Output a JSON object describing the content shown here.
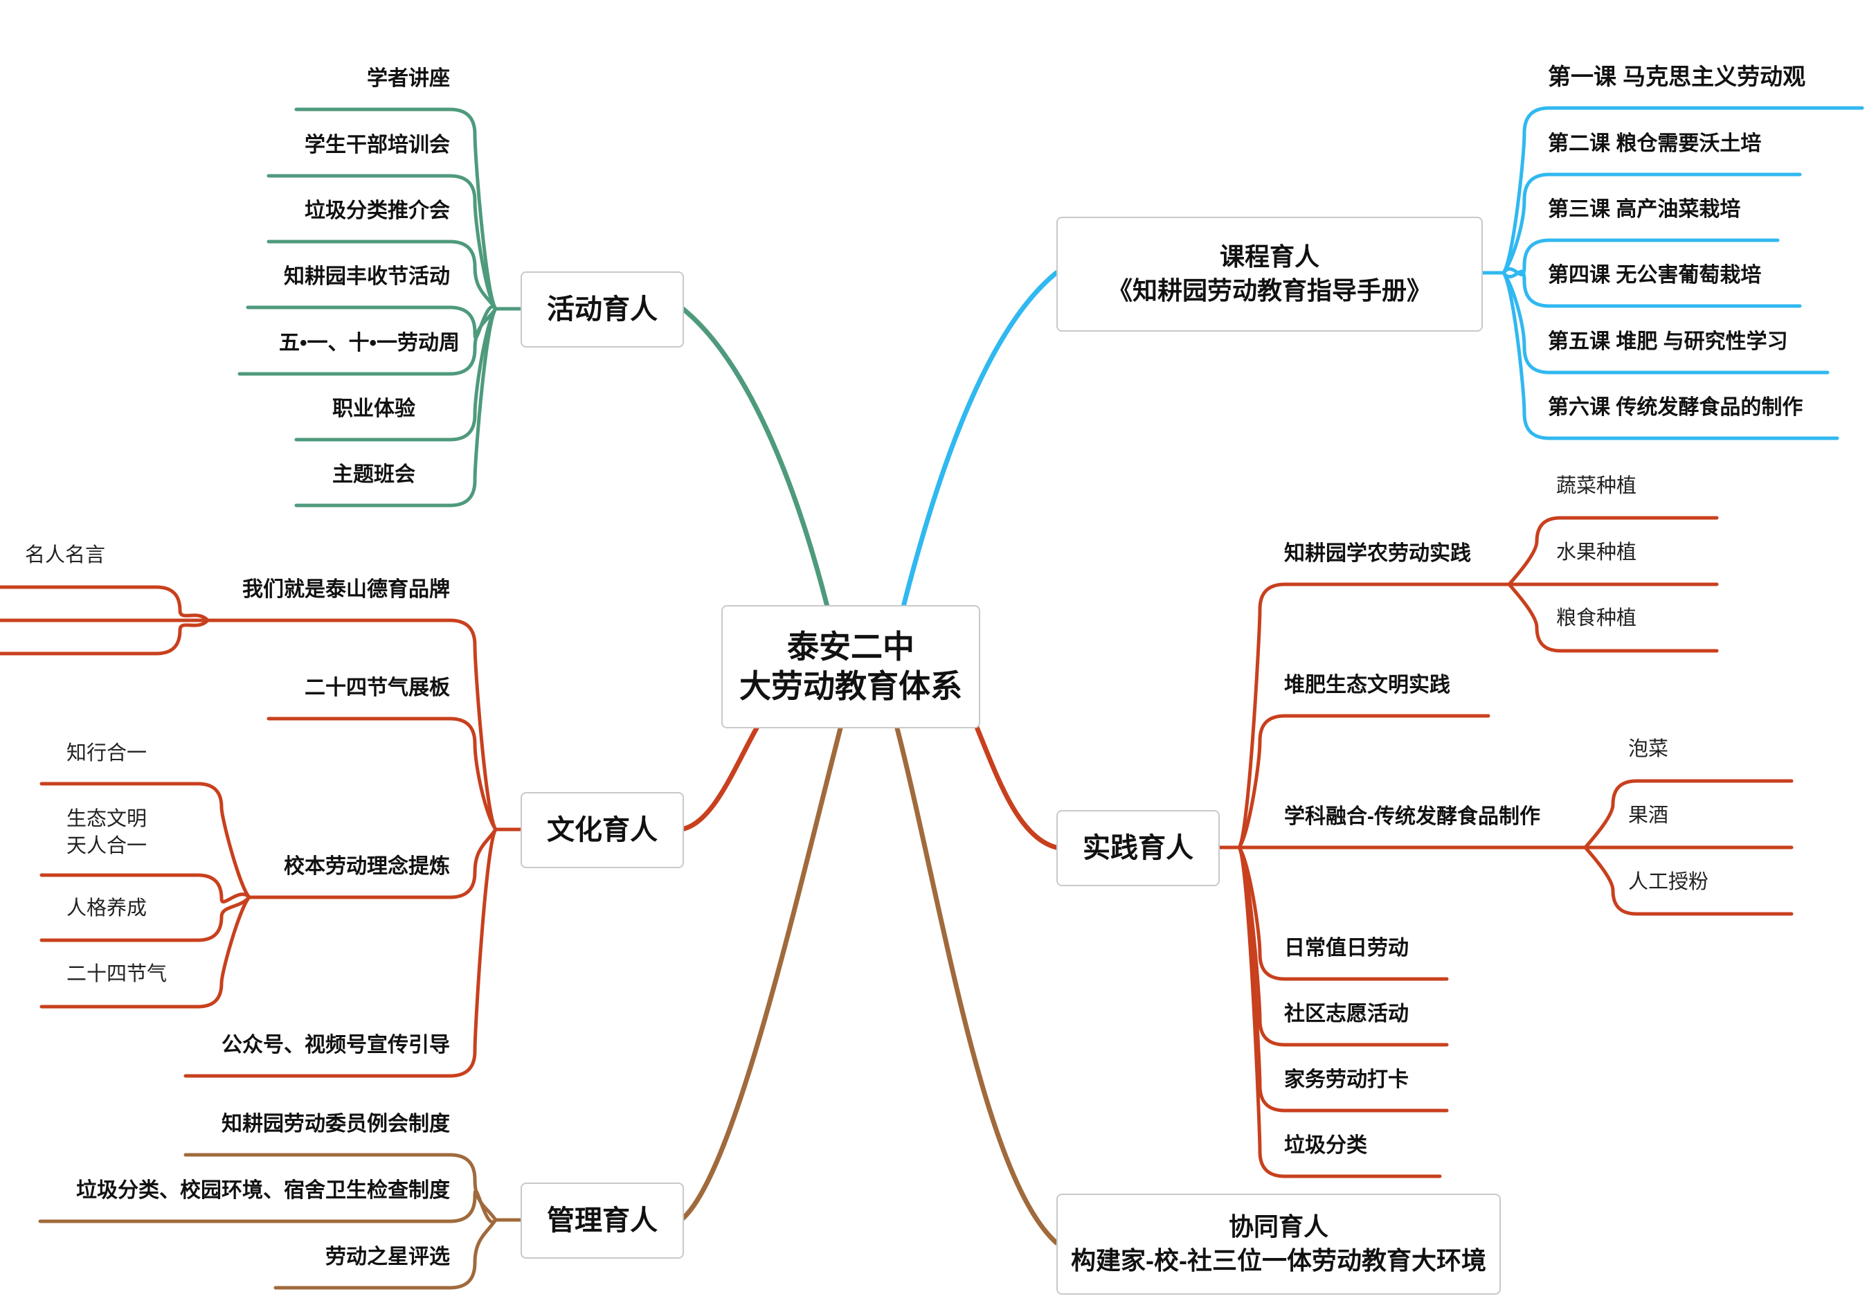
{
  "colors": {
    "green": "#4e9a7c",
    "blue": "#30b8f0",
    "red": "#c8401e",
    "brown": "#a06a3c",
    "box_border": "#c9c9c9"
  },
  "center": {
    "lines": [
      "泰安二中",
      "大劳动教育体系"
    ]
  },
  "branches": {
    "activity": {
      "title": "活动育人",
      "items": [
        "学者讲座",
        "学生干部培训会",
        "垃圾分类推介会",
        "知耕园丰收节活动",
        "五•一、十•一劳动周",
        "职业体验",
        "主题班会"
      ]
    },
    "culture": {
      "title": "文化育人",
      "items": [
        {
          "label": "我们就是泰山德育品牌",
          "children": [
            "名人名言"
          ]
        },
        {
          "label": "二十四节气展板",
          "children": []
        },
        {
          "label": "校本劳动理念提炼",
          "children": [
            "知行合一",
            "生态文明\n天人合一",
            "人格养成",
            "二十四节气"
          ]
        },
        {
          "label": "公众号、视频号宣传引导",
          "children": []
        }
      ]
    },
    "management": {
      "title": "管理育人",
      "items": [
        "知耕园劳动委员例会制度",
        "垃圾分类、校园环境、宿舍卫生检查制度",
        "劳动之星评选"
      ]
    },
    "curriculum": {
      "title_lines": [
        "课程育人",
        "《知耕园劳动教育指导手册》"
      ],
      "items": [
        "第一课 马克思主义劳动观",
        "第二课 粮仓需要沃土培",
        "第三课 高产油菜栽培",
        "第四课 无公害葡萄栽培",
        "第五课 堆肥 与研究性学习",
        "第六课 传统发酵食品的制作"
      ]
    },
    "practice": {
      "title": "实践育人",
      "items": [
        {
          "label": "知耕园学农劳动实践",
          "children": [
            "蔬菜种植",
            "水果种植",
            "粮食种植"
          ]
        },
        {
          "label": "堆肥生态文明实践",
          "children": []
        },
        {
          "label": "学科融合-传统发酵食品制作",
          "children": [
            "泡菜",
            "果酒",
            "人工授粉"
          ]
        },
        {
          "label": "日常值日劳动",
          "children": []
        },
        {
          "label": "社区志愿活动",
          "children": []
        },
        {
          "label": "家务劳动打卡",
          "children": []
        },
        {
          "label": "垃圾分类",
          "children": []
        }
      ]
    },
    "collab": {
      "title_lines": [
        "协同育人",
        "构建家-校-社三位一体劳动教育大环境"
      ]
    }
  }
}
